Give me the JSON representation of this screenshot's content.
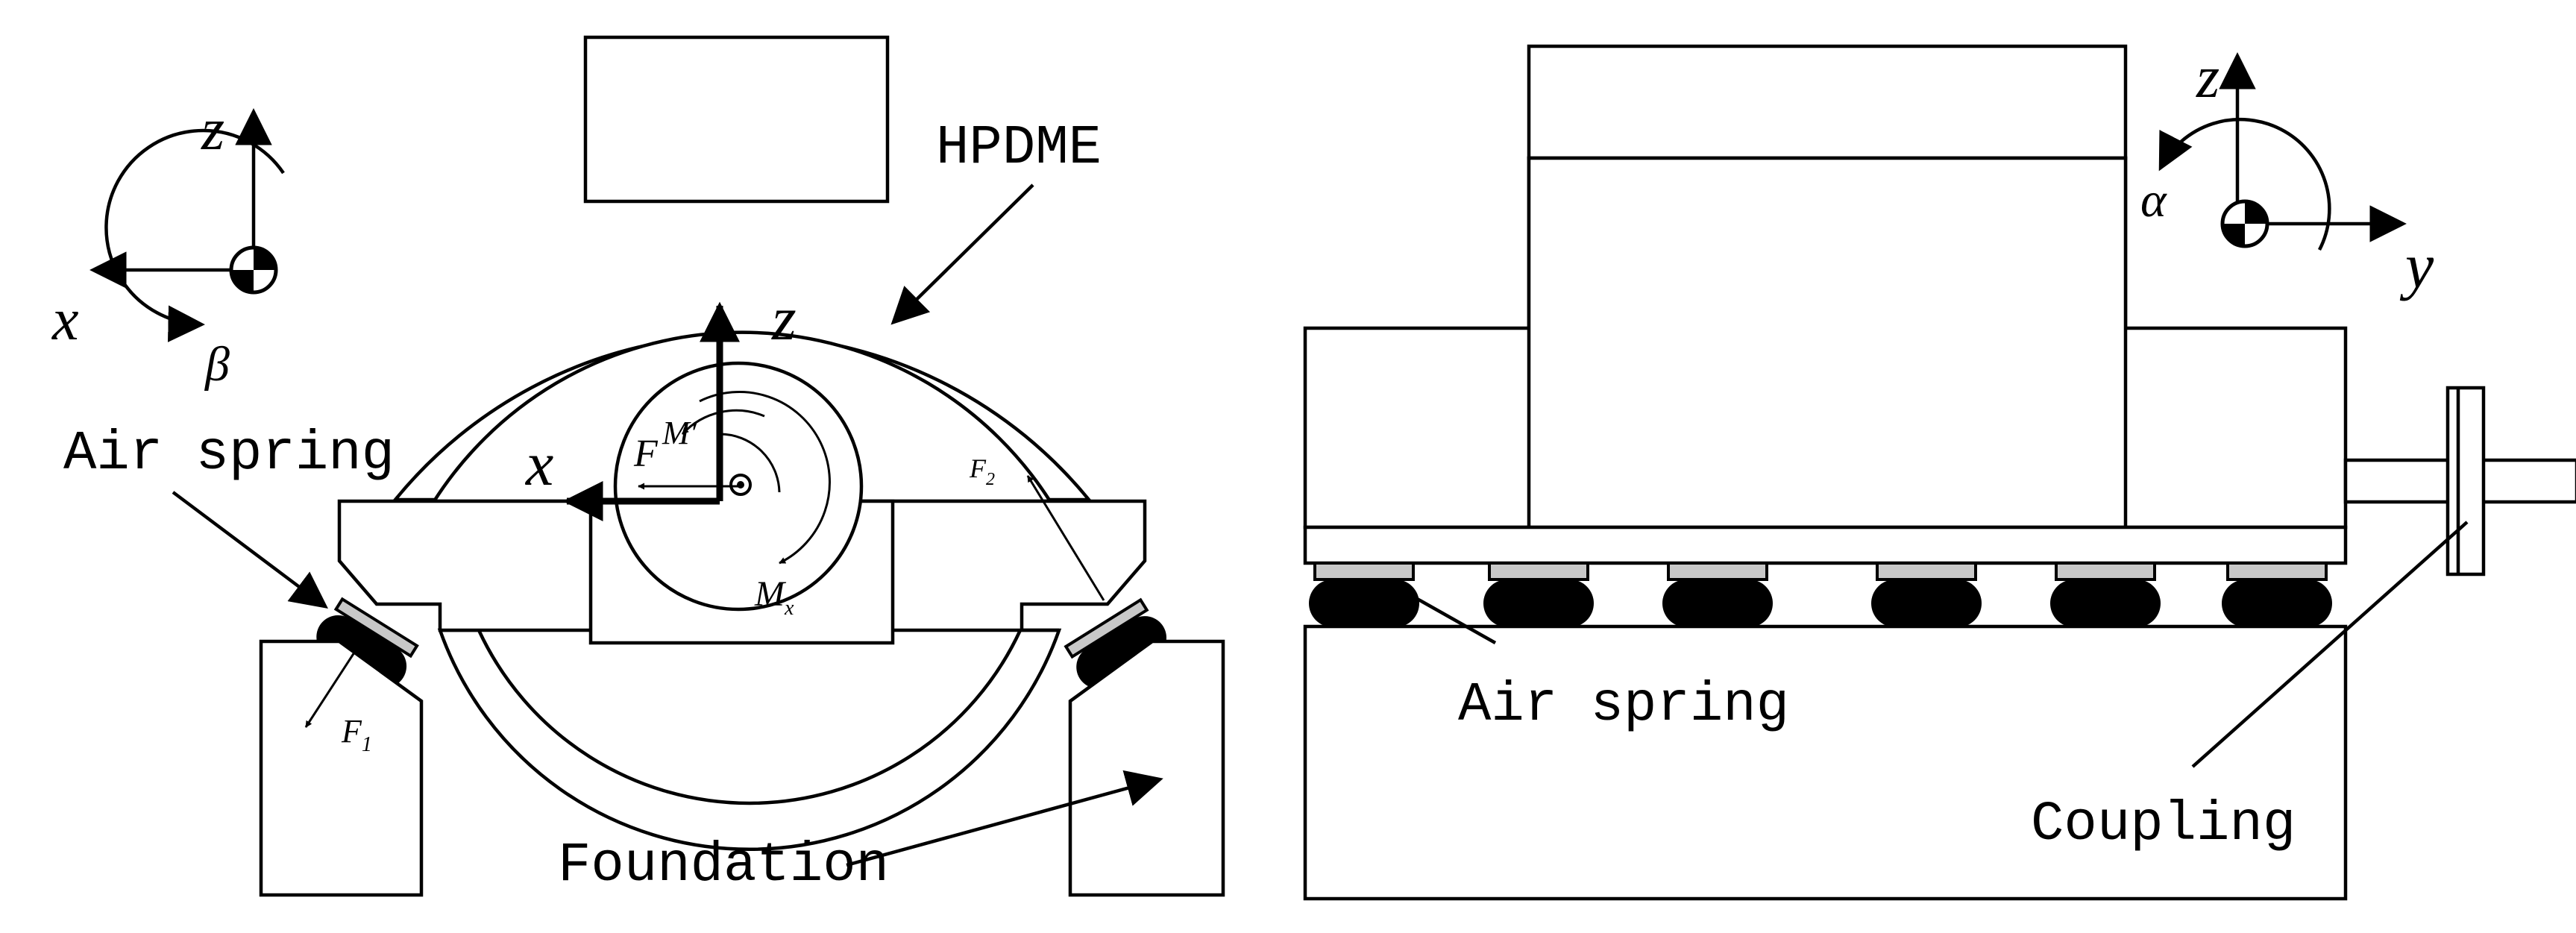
{
  "front_view": {
    "axis_z_small": "z",
    "axis_x_small": "x",
    "rotation_beta": "β",
    "axis_z_big": "z",
    "axis_x_big": "x",
    "label_hpdme": "HPDME",
    "label_air_spring": "Air spring",
    "label_foundation": "Foundation",
    "force_f": "F",
    "moment_m_prime": "M′",
    "moment_mx_main": "M",
    "moment_mx_sub": "x",
    "force_f1_main": "F",
    "force_f1_sub": "1",
    "force_f2_main": "F",
    "force_f2_sub": "2"
  },
  "side_view": {
    "axis_z": "z",
    "axis_y": "y",
    "rotation_alpha": "α",
    "label_air_spring": "Air spring",
    "label_coupling": "Coupling"
  },
  "colors": {
    "stroke": "#000000",
    "spring_plate": "#c8c8c8",
    "background": "#ffffff"
  }
}
